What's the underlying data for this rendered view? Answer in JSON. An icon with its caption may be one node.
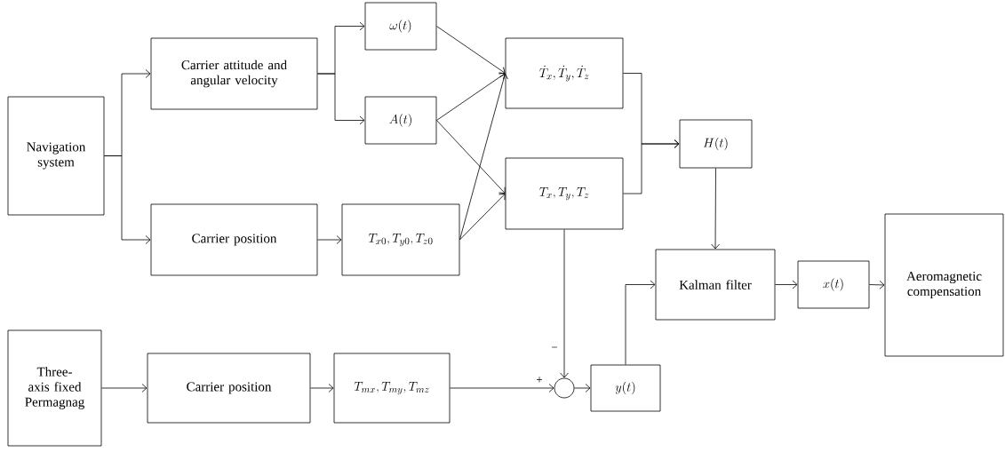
{
  "diagram": {
    "nodes": [
      {
        "text": [
          "Navigation system"
        ]
      },
      {
        "text": [
          "Carrier attitude and angular velocity"
        ]
      },
      {
        "text": [
          "Carrier position"
        ]
      },
      {
        "text": [
          "\\omega(t)"
        ]
      },
      {
        "text": [
          "A(t)"
        ]
      },
      {
        "text": [
          "T_{x0}, T_{y0}, T_{z0}"
        ]
      },
      {
        "text": [
          "\\dot{T}_x, \\dot{T}_y, \\dot{T}_z"
        ]
      },
      {
        "text": [
          "T_x, T_y, T_z"
        ]
      },
      {
        "text": [
          "H(t)"
        ]
      },
      {
        "text": [
          "Kalman filter"
        ]
      },
      {
        "text": [
          "x(t)"
        ]
      },
      {
        "text": [
          "Aeromagnetic compensation"
        ]
      },
      {
        "text": [
          "Three-axis fixed Permagnag"
        ]
      },
      {
        "text": [
          "Carrier position"
        ]
      },
      {
        "text": [
          "T_{mx}, T_{my}, T_{mz}"
        ]
      },
      {
        "text": [],
        "shape": "circle"
      },
      {
        "text": [
          "y(t)"
        ]
      }
    ],
    "edges": [
      {
        "from": 0,
        "to": 1,
        "arrow": "to"
      },
      {
        "from": 0,
        "to": 2,
        "arrow": "to"
      },
      {
        "from": 1,
        "to": 3,
        "arrow": "to"
      },
      {
        "from": 1,
        "to": 4,
        "arrow": "to"
      },
      {
        "from": 2,
        "to": 5,
        "arrow": "to"
      },
      {
        "from": 3,
        "to": 6,
        "arrow": "to"
      },
      {
        "from": 4,
        "to": 6,
        "arrow": "to"
      },
      {
        "from": 4,
        "to": 7,
        "arrow": "to"
      },
      {
        "from": 5,
        "to": 6,
        "arrow": "to"
      },
      {
        "from": 5,
        "to": 7,
        "arrow": "to"
      },
      {
        "from": 6,
        "to": 8,
        "arrow": "to"
      },
      {
        "from": 7,
        "to": 8,
        "arrow": "to"
      },
      {
        "from": 8,
        "to": 9,
        "arrow": "to"
      },
      {
        "from": 9,
        "to": 10,
        "arrow": "to"
      },
      {
        "from": 10,
        "to": 11,
        "arrow": "to"
      },
      {
        "from": 12,
        "to": 13,
        "arrow": "to"
      },
      {
        "from": 13,
        "to": 14,
        "arrow": "to"
      },
      {
        "from": 14,
        "to": 15,
        "label": "+",
        "arrow": "to"
      },
      {
        "from": 7,
        "to": 15,
        "label": "−",
        "arrow": "to"
      },
      {
        "from": 15,
        "to": 16,
        "arrow": "to"
      },
      {
        "from": 16,
        "to": 9,
        "arrow": "to"
      }
    ]
  }
}
